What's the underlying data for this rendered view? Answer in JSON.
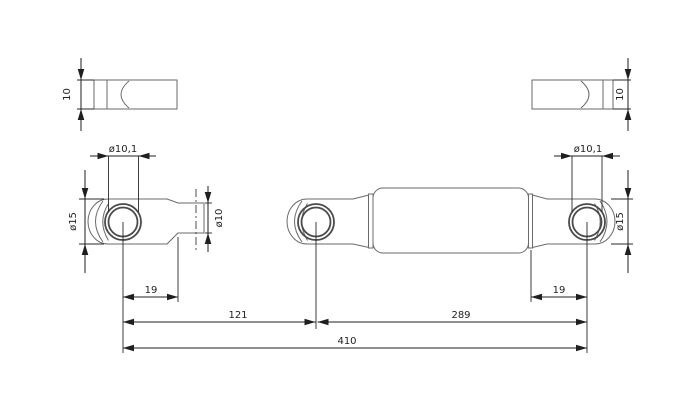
{
  "drawing": {
    "type": "technical-dimension-drawing",
    "side_views": {
      "left": {
        "thickness": "10"
      },
      "right": {
        "thickness": "10"
      }
    },
    "eyelets": {
      "left": {
        "hole_diameter": "ø10,1",
        "outer_diameter": "ø15",
        "rod_diameter": "ø10",
        "center_to_end": "19"
      },
      "right": {
        "hole_diameter": "ø10,1",
        "outer_diameter": "ø15",
        "center_to_end": "19"
      }
    },
    "lengths": {
      "left_section": "121",
      "right_section": "289",
      "overall": "410"
    },
    "colors": {
      "background": "#ffffff",
      "part_outline": "#6a6a6a",
      "dimension_line": "#1f1f1f",
      "dimension_text": "#1f1f1f"
    }
  }
}
